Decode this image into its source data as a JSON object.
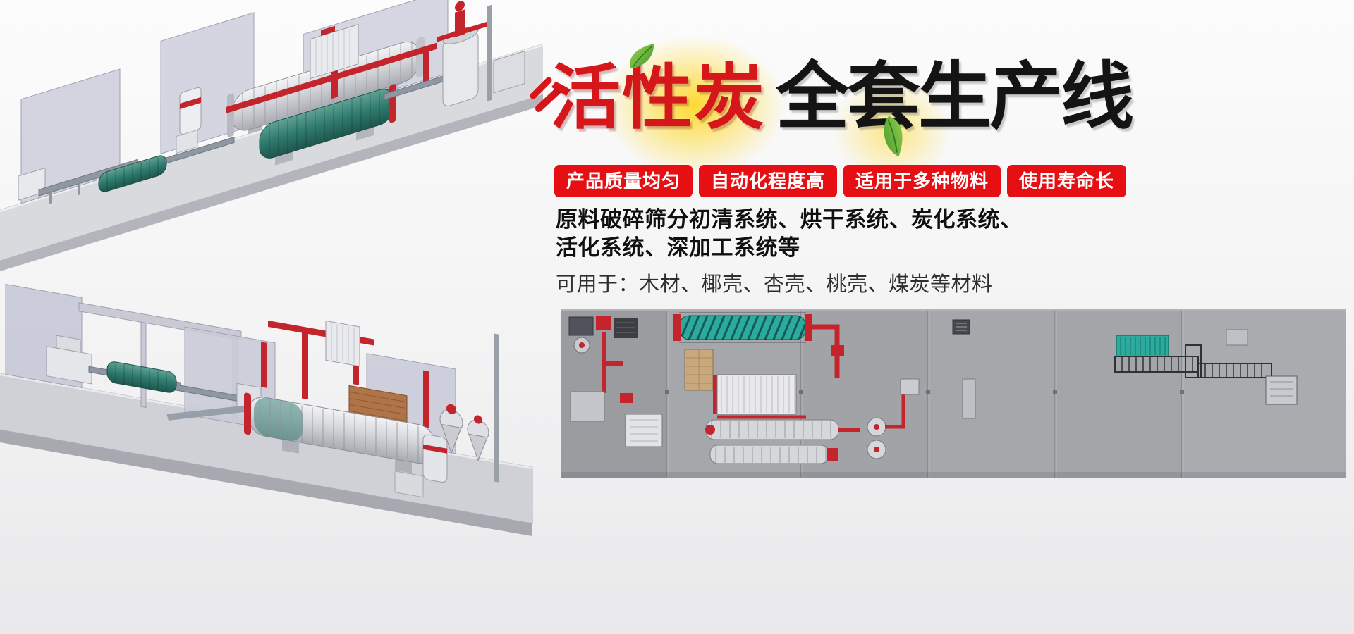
{
  "banner": {
    "title": {
      "highlight": "活性炭",
      "rest": "全套生产线"
    },
    "badges": [
      "产品质量均匀",
      "自动化程度高",
      "适用于多种物料",
      "使用寿命长"
    ],
    "desc_line1": "原料破碎筛分初清系统、烘干系统、炭化系统、",
    "desc_line2": "活化系统、深加工系统等",
    "desc_line3": "可用于：木材、椰壳、杏壳、桃壳、煤炭等材料"
  },
  "illustrations": {
    "top_left": "isometric-3d-render-production-line-a",
    "bottom_left": "isometric-3d-render-production-line-b",
    "bottom_right": "plan-view-production-line-schematic"
  },
  "colors": {
    "badge_red": "#e60f14",
    "title_red": "#d5161a",
    "title_black": "#141414",
    "pipe_red": "#c4242b",
    "drum_teal": "#2f7a6e",
    "plan_teal": "#2bab9d",
    "plan_bg": "#a6a7ab",
    "text_dark": "#101010",
    "text_body": "#2e2e2e"
  }
}
